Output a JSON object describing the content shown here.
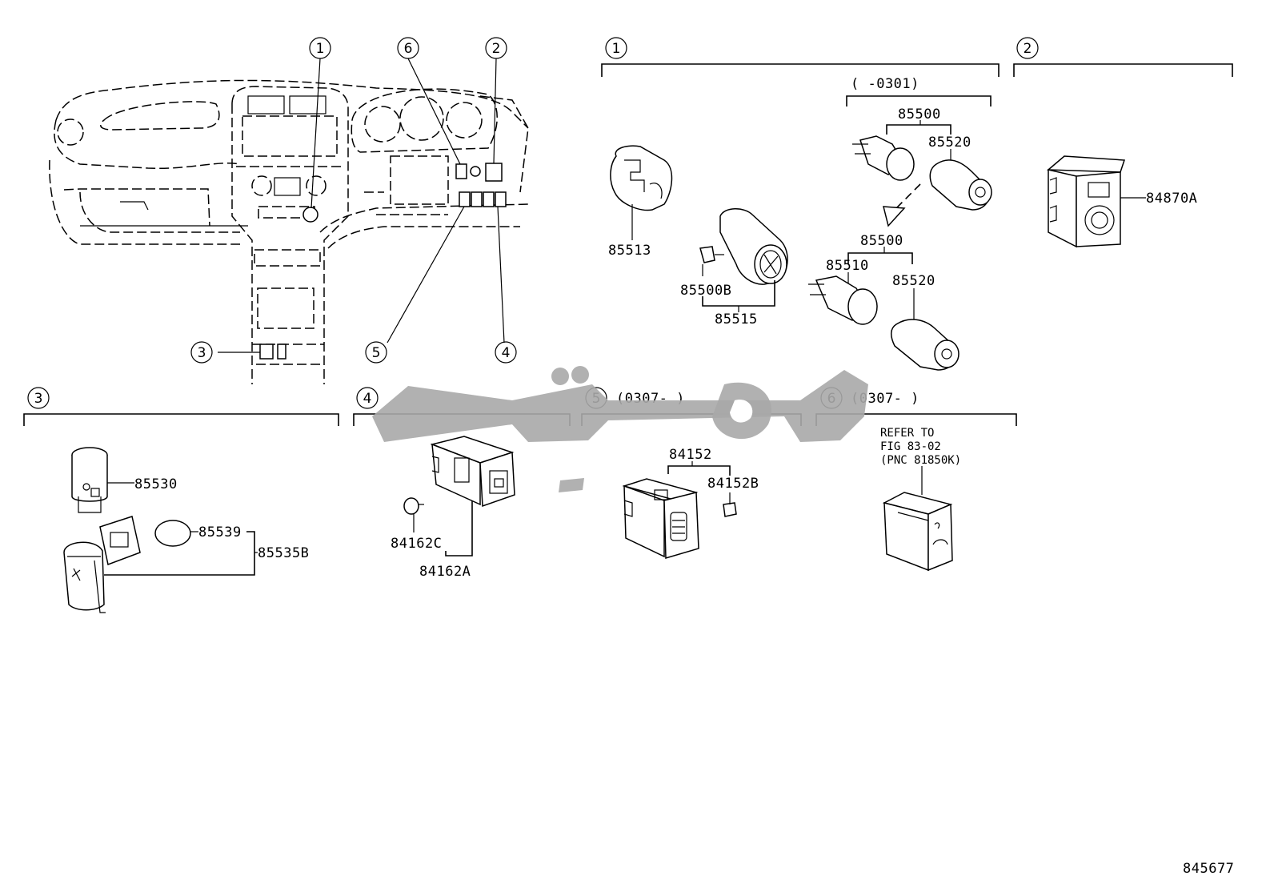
{
  "diagram_id": "845677",
  "callouts": {
    "c1": "1",
    "c2": "2",
    "c3": "3",
    "c4": "4",
    "c5": "5",
    "c6": "6"
  },
  "sections": {
    "s1": {
      "num": "1",
      "date_range": "(      -0301)",
      "parts": {
        "p85513": "85513",
        "p85500B": "85500B",
        "p85515": "85515",
        "p85500_top": "85500",
        "p85520_top": "85520",
        "p85500_bottom": "85500",
        "p85510": "85510",
        "p85520_bottom": "85520"
      }
    },
    "s2": {
      "num": "2",
      "parts": {
        "p84870A": "84870A"
      }
    },
    "s3": {
      "num": "3",
      "parts": {
        "p85530": "85530",
        "p85539": "85539",
        "p85535B": "85535B"
      }
    },
    "s4": {
      "num": "4",
      "parts": {
        "p84162C": "84162C",
        "p84162A": "84162A"
      }
    },
    "s5": {
      "num": "5",
      "date_range": "(0307-      )",
      "parts": {
        "p84152": "84152",
        "p84152B": "84152B"
      }
    },
    "s6": {
      "num": "6",
      "date_range": "(0307-      )",
      "note_line1": "REFER TO",
      "note_line2": "FIG 83-02",
      "note_line3": "(PNC 81850K)"
    }
  }
}
